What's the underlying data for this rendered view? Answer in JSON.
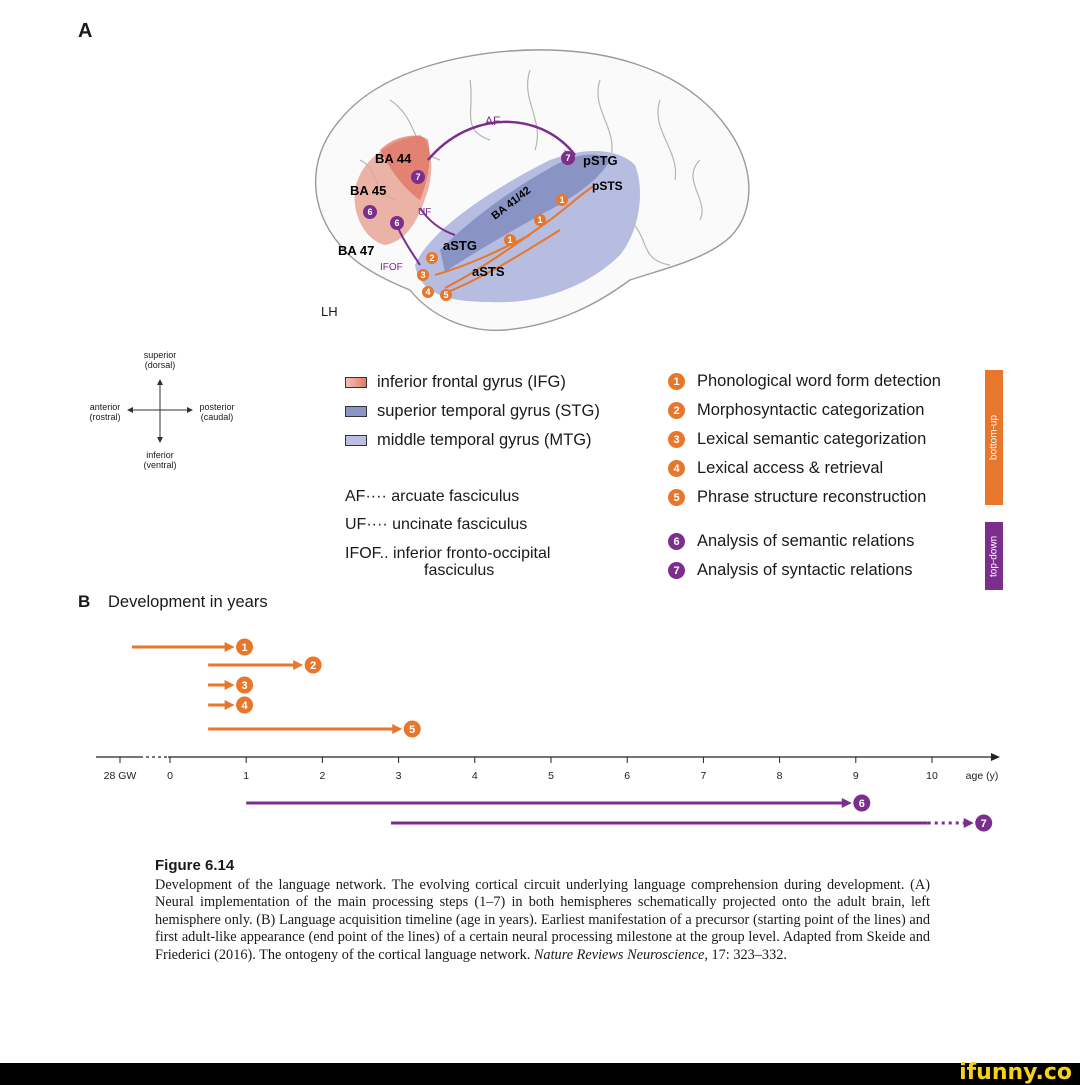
{
  "panel_a": {
    "label": "A",
    "hemisphere": "LH",
    "regions": {
      "ba44": "BA 44",
      "ba45": "BA 45",
      "ba47": "BA 47",
      "ba4142": "BA 41/42",
      "pstg": "pSTG",
      "psts": "pSTS",
      "astg": "aSTG",
      "asts": "aSTS",
      "af": "AF",
      "uf": "UF",
      "ifof": "IFOF"
    },
    "orientation": {
      "superior": "superior",
      "dorsal": "(dorsal)",
      "inferior": "inferior",
      "ventral": "(ventral)",
      "anterior": "anterior",
      "rostral": "(rostral)",
      "posterior": "posterior",
      "caudal": "(caudal)"
    },
    "gyri": [
      {
        "label": "inferior frontal gyrus (IFG)",
        "color": "#e89a8c"
      },
      {
        "label": "superior temporal gyrus (STG)",
        "color": "#8a97c6"
      },
      {
        "label": "middle temporal gyrus (MTG)",
        "color": "#b9bfe0"
      }
    ],
    "tracts": [
      {
        "abbr": "AF",
        "dots": "····",
        "desc": "arcuate fasciculus"
      },
      {
        "abbr": "UF",
        "dots": "····",
        "desc": "uncinate fasciculus"
      },
      {
        "abbr": "IFOF",
        "dots": "..",
        "desc": "inferior fronto-occipital",
        "desc2": "fasciculus"
      }
    ],
    "steps": [
      {
        "n": "1",
        "label": "Phonological word form detection"
      },
      {
        "n": "2",
        "label": "Morphosyntactic categorization"
      },
      {
        "n": "3",
        "label": "Lexical semantic categorization"
      },
      {
        "n": "4",
        "label": "Lexical access & retrieval"
      },
      {
        "n": "5",
        "label": "Phrase structure reconstruction"
      },
      {
        "n": "6",
        "label": "Analysis of semantic relations"
      },
      {
        "n": "7",
        "label": "Analysis of syntactic relations"
      }
    ],
    "tags": {
      "bottom_up": "bottom-up",
      "top_down": "top-down"
    },
    "colors": {
      "orange": "#e8762b",
      "purple": "#7b2e8c"
    }
  },
  "panel_b": {
    "label": "B",
    "title": "Development in years",
    "axis_ticks": [
      "28 GW",
      "0",
      "1",
      "2",
      "3",
      "4",
      "5",
      "6",
      "7",
      "8",
      "9",
      "10"
    ],
    "axis_label": "age (y)",
    "timelines": [
      {
        "step": "1",
        "color": "orange",
        "start": -0.5,
        "end": 0.9
      },
      {
        "step": "2",
        "color": "orange",
        "start": 0.5,
        "end": 1.8
      },
      {
        "step": "3",
        "color": "orange",
        "start": 0.5,
        "end": 0.9
      },
      {
        "step": "4",
        "color": "orange",
        "start": 0.5,
        "end": 0.9
      },
      {
        "step": "5",
        "color": "orange",
        "start": 0.5,
        "end": 3.1
      },
      {
        "step": "6",
        "color": "purple",
        "start": 1.0,
        "end": 9.0
      },
      {
        "step": "7",
        "color": "purple",
        "start": 2.9,
        "end": 10.6
      }
    ]
  },
  "caption": {
    "title": "Figure 6.14",
    "text": "Development of the language network. The evolving cortical circuit underlying language comprehension during development. (A) Neural implementation of the main processing steps (1–7) in both hemispheres schematically projected onto the adult brain, left hemisphere only. (B) Language acquisition timeline (age in years). Earliest manifestation of a precursor (starting point of the lines) and first adult-like appearance (end point of the lines) of a certain neural processing milestone at the group level. Adapted from Skeide and Friederici (2016). The ontogeny of the cortical language network.",
    "journal": "Nature Reviews Neuroscience",
    "ref": ", 17: 323–332."
  },
  "footer": {
    "brand": "ifunny.co"
  }
}
